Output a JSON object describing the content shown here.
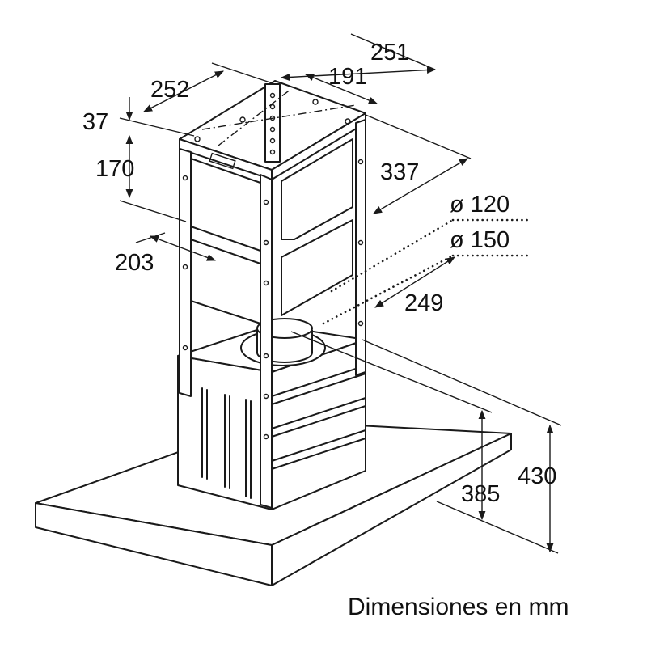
{
  "dimensions": {
    "top_width": "251",
    "top_inner": "191",
    "top_depth": "252",
    "top_gap": "37",
    "bracket_height": "170",
    "side_depth": "337",
    "duct_120": "ø 120",
    "duct_150": "ø 150",
    "lower_depth": "203",
    "lower_width": "249",
    "total_height": "430",
    "canopy_height": "385"
  },
  "caption": "Dimensiones en mm",
  "colors": {
    "line": "#1a1a1a",
    "background": "#ffffff"
  }
}
